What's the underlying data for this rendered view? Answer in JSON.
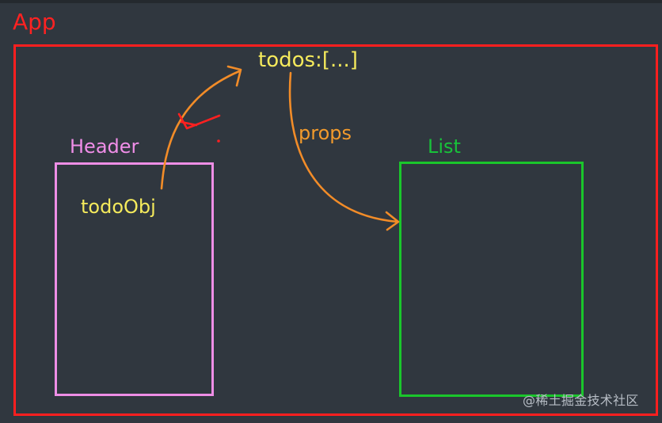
{
  "labels": {
    "app": "App",
    "header": "Header",
    "todoobj": "todoObj",
    "list": "List",
    "todos": "todos:[...]",
    "props": "props"
  },
  "watermark": "@稀土掘金技术社区",
  "colors": {
    "background": "#30373f",
    "app": "#ff1f1f",
    "header": "#ee8ee6",
    "list": "#1ac62b",
    "state_text": "#f5ea5c",
    "arrow": "#f28c28",
    "cross": "#ff2020"
  }
}
